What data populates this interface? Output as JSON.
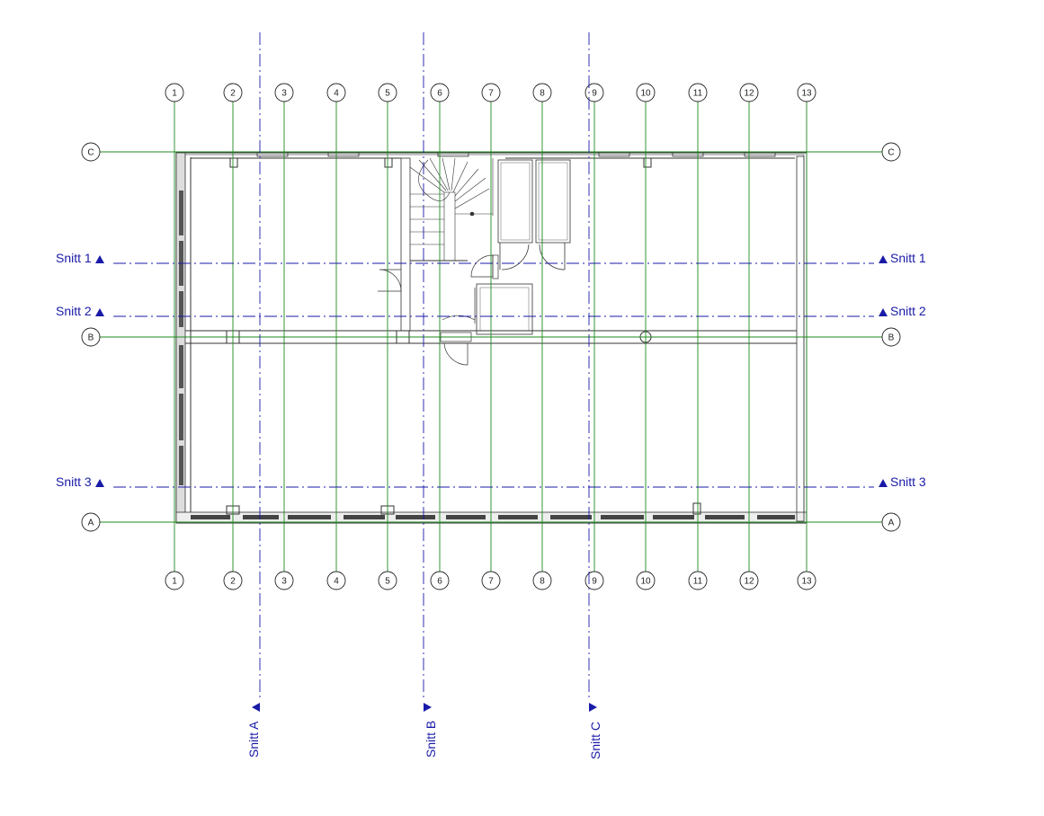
{
  "grid": {
    "columns": [
      "1",
      "2",
      "3",
      "4",
      "5",
      "6",
      "7",
      "8",
      "9",
      "10",
      "11",
      "12",
      "13"
    ],
    "rows": [
      "C",
      "B",
      "A"
    ]
  },
  "sections": {
    "horizontal": [
      "Snitt 1",
      "Snitt 2",
      "Snitt 3"
    ],
    "vertical": [
      "Snitt A",
      "Snitt B",
      "Snitt C"
    ]
  },
  "colors": {
    "grid_line": "#1e8a1e",
    "section_line": "#1a1aa8",
    "wall": "#333333"
  }
}
